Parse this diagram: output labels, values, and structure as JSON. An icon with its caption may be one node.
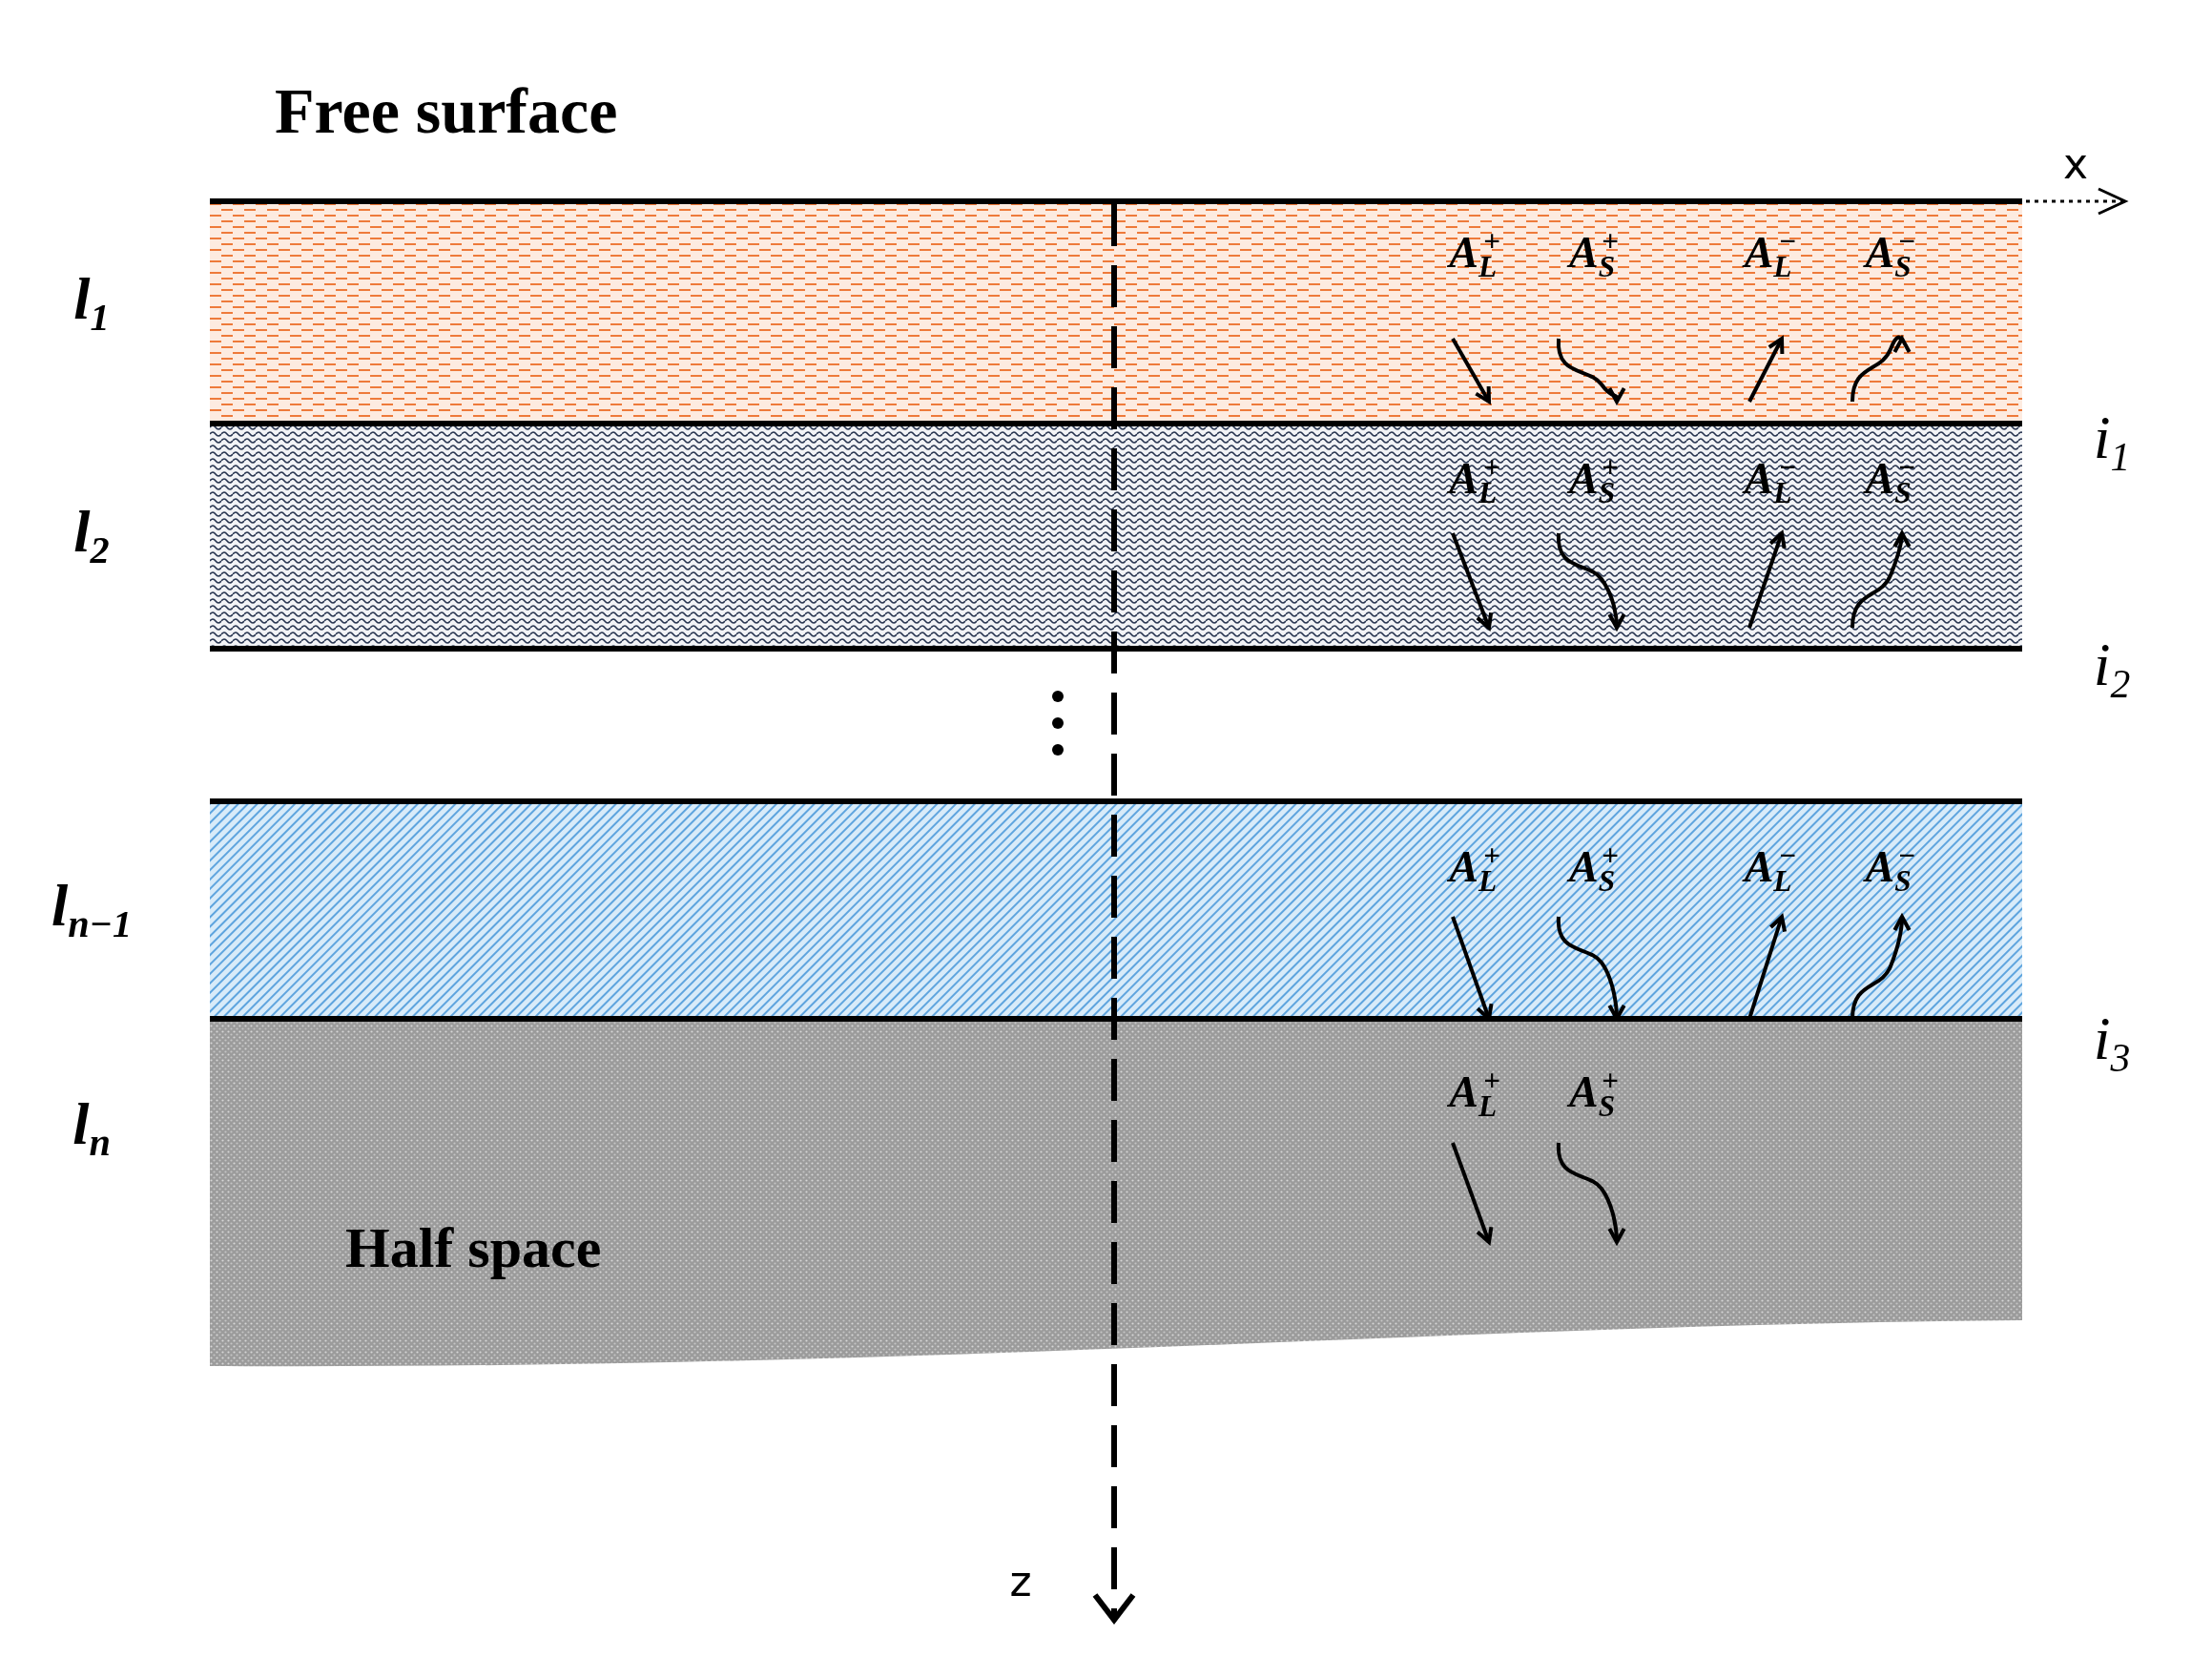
{
  "diagram": {
    "nodes": [
      {
        "text": [
          "A$_{L}$$^{+}$",
          "A$_{S}$$^{+}$",
          "A$_{L}$$^{−}$",
          "A$_{S}$$^{−}$"
        ],
        "beside": [
          "l$_{1}$"
        ]
      },
      {
        "text": [
          "A$_{L}$$^{+}$",
          "A$_{S}$$^{+}$",
          "A$_{L}$$^{−}$",
          "A$_{S}$$^{−}$"
        ],
        "beside": [
          "l$_{2}$"
        ]
      },
      {
        "text": [
          "A$_{L}$$^{+}$",
          "A$_{S}$$^{+}$",
          "A$_{L}$$^{−}$",
          "A$_{S}$$^{−}$"
        ],
        "beside": [
          "l$_{n−1}$"
        ]
      },
      {
        "text": [
          "A$_{L}$$^{+}$",
          "A$_{S}$$^{+}$",
          "Half space"
        ],
        "beside": [
          "l$_{n}$"
        ]
      }
    ],
    "edges": [],
    "labels": [
      "Free surface",
      "x",
      "i$_{1}$",
      "i$_{2}$",
      "i$_{3}$",
      "z"
    ]
  }
}
